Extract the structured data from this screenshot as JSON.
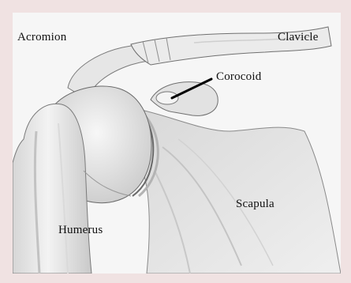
{
  "diagram": {
    "labels": {
      "acromion": "Acromion",
      "clavicle": "Clavicle",
      "corocoid": "Corocoid",
      "scapula": "Scapula",
      "humerus": "Humerus"
    }
  },
  "colors": {
    "background_frame": "#f0e2e2",
    "panel": "#f6f6f6",
    "bone_fill": "#e9e9e9",
    "bone_shade": "#bdbdbd",
    "outline": "#6e6e6e",
    "pointer": "#000000"
  }
}
